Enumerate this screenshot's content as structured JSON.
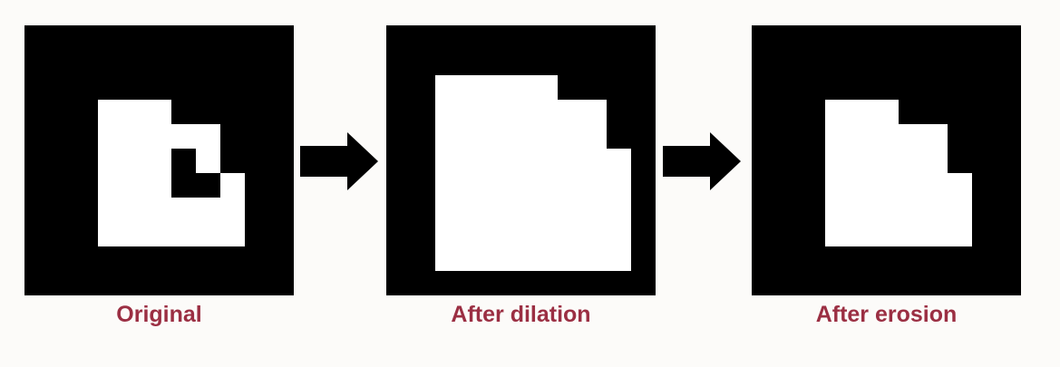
{
  "panels": [
    {
      "id": "original",
      "label": "Original"
    },
    {
      "id": "dilation",
      "label": "After dilation"
    },
    {
      "id": "erosion",
      "label": "After erosion"
    }
  ],
  "colors": {
    "background": "#000000",
    "foreground": "#ffffff",
    "label": "#9b2f43",
    "arrow": "#000000"
  },
  "icons": [
    "right-arrow-icon",
    "right-arrow-icon"
  ]
}
